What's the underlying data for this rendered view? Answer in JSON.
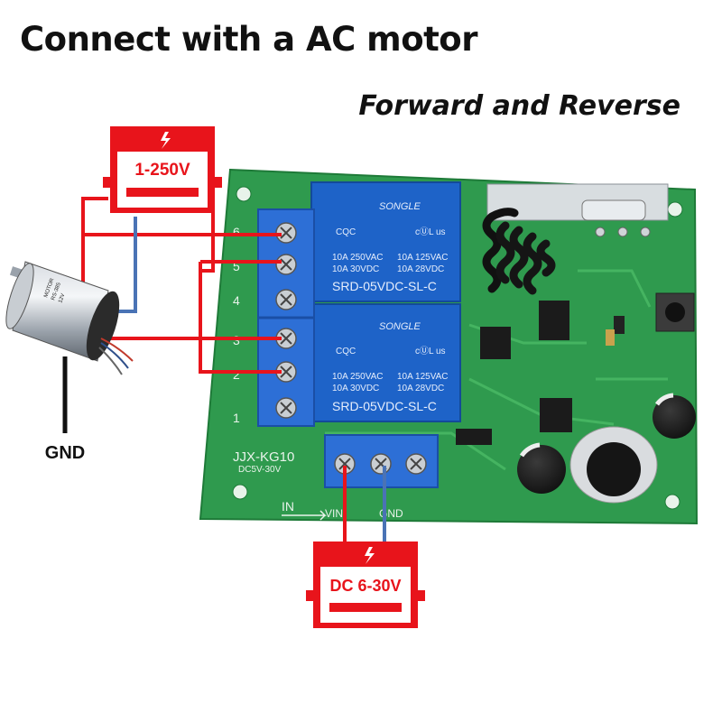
{
  "title": "Connect with a AC motor",
  "subtitle": "Forward and Reverse",
  "ac_supply": {
    "label": "1-250V",
    "icon": "lightning-icon"
  },
  "dc_supply": {
    "label": "DC 6-30V",
    "icon": "lightning-icon"
  },
  "ground_label": "GND",
  "motor": {
    "label_lines": [
      "MOTOR",
      "RS-385",
      "12V"
    ]
  },
  "board": {
    "model": "JJX-KG10",
    "voltage": "DC5V-30V",
    "in_label": "IN",
    "vin_label": "VIN",
    "gnd_label": "GND",
    "terminal_numbers": [
      "6",
      "5",
      "4",
      "3",
      "2",
      "1"
    ]
  },
  "relays": [
    {
      "brand": "SONGLE",
      "line1_left": "10A 250VAC",
      "line1_right": "10A 125VAC",
      "line2_left": "10A 30VDC",
      "line2_right": "10A 28VDC",
      "model": "SRD-05VDC-SL-C",
      "cqc": "CQC",
      "ul": "cⓊL us"
    },
    {
      "brand": "SONGLE",
      "line1_left": "10A 250VAC",
      "line1_right": "10A 125VAC",
      "line2_left": "10A 30VDC",
      "line2_right": "10A 28VDC",
      "model": "SRD-05VDC-SL-C",
      "cqc": "CQC",
      "ul": "cⓊL us"
    }
  ],
  "colors": {
    "wire_red": "#e8141b",
    "wire_blue": "#4a73b5",
    "wire_black": "#111111",
    "pcb_green": "#2f9a4e",
    "relay_blue": "#1e63c8",
    "terminal_blue": "#2d6fd6"
  }
}
